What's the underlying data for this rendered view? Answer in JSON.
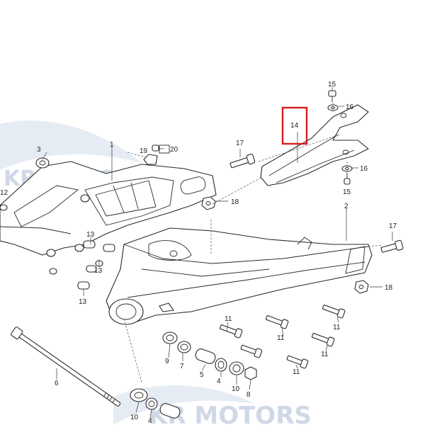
{
  "watermark": {
    "upper": "KR MOTORS",
    "lower": "KR MOTORS"
  },
  "highlight_color": "#d81e1e",
  "callouts": {
    "c1": "1",
    "c2": "2",
    "c3": "3",
    "c4": "4",
    "c5": "5",
    "c6": "6",
    "c7": "7",
    "c8": "8",
    "c9": "9",
    "c10a": "10",
    "c10b": "10",
    "c11a": "11",
    "c11b": "11",
    "c11c": "11",
    "c11d": "11",
    "c11e": "11",
    "c12": "12",
    "c13a": "13",
    "c13b": "13",
    "c13c": "13",
    "c14": "14",
    "c15a": "15",
    "c15b": "15",
    "c16a": "16",
    "c16b": "16",
    "c17a": "17",
    "c17b": "17",
    "c18a": "18",
    "c18b": "18",
    "c19": "19",
    "c20": "20"
  }
}
